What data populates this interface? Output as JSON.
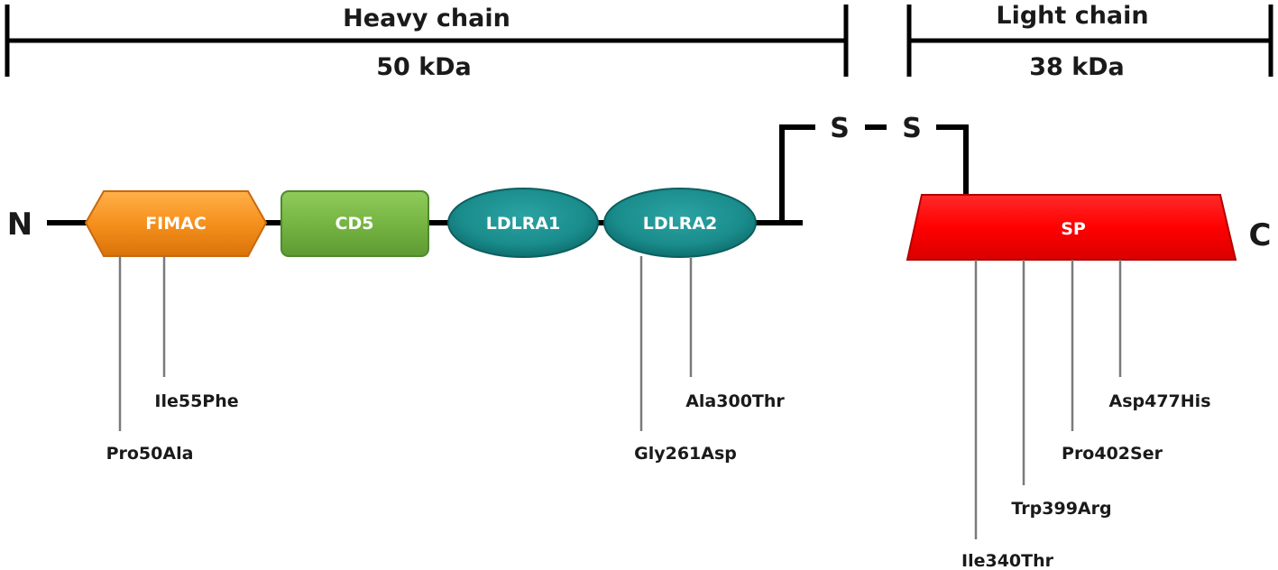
{
  "heavy_chain": {
    "title": "Heavy chain",
    "mass": "50 kDa"
  },
  "light_chain": {
    "title": "Light chain",
    "mass": "38 kDa"
  },
  "terminals": {
    "n": "N",
    "c": "C"
  },
  "disulfide": {
    "s1": "S",
    "dash": "–",
    "s2": "S"
  },
  "domains": {
    "fimac": {
      "label": "FIMAC",
      "color": "#f5901c"
    },
    "cd5": {
      "label": "CD5",
      "color": "#76b443"
    },
    "ldlra1": {
      "label": "LDLRA1",
      "color": "#1a8c8c"
    },
    "ldlra2": {
      "label": "LDLRA2",
      "color": "#1a8c8c"
    },
    "sp": {
      "label": "SP",
      "color": "#ff0000"
    }
  },
  "mutations": {
    "pro50ala": "Pro50Ala",
    "ile55phe": "Ile55Phe",
    "gly261asp": "Gly261Asp",
    "ala300thr": "Ala300Thr",
    "ile340thr": "Ile340Thr",
    "trp399arg": "Trp399Arg",
    "pro402ser": "Pro402Ser",
    "asp477his": "Asp477His"
  }
}
